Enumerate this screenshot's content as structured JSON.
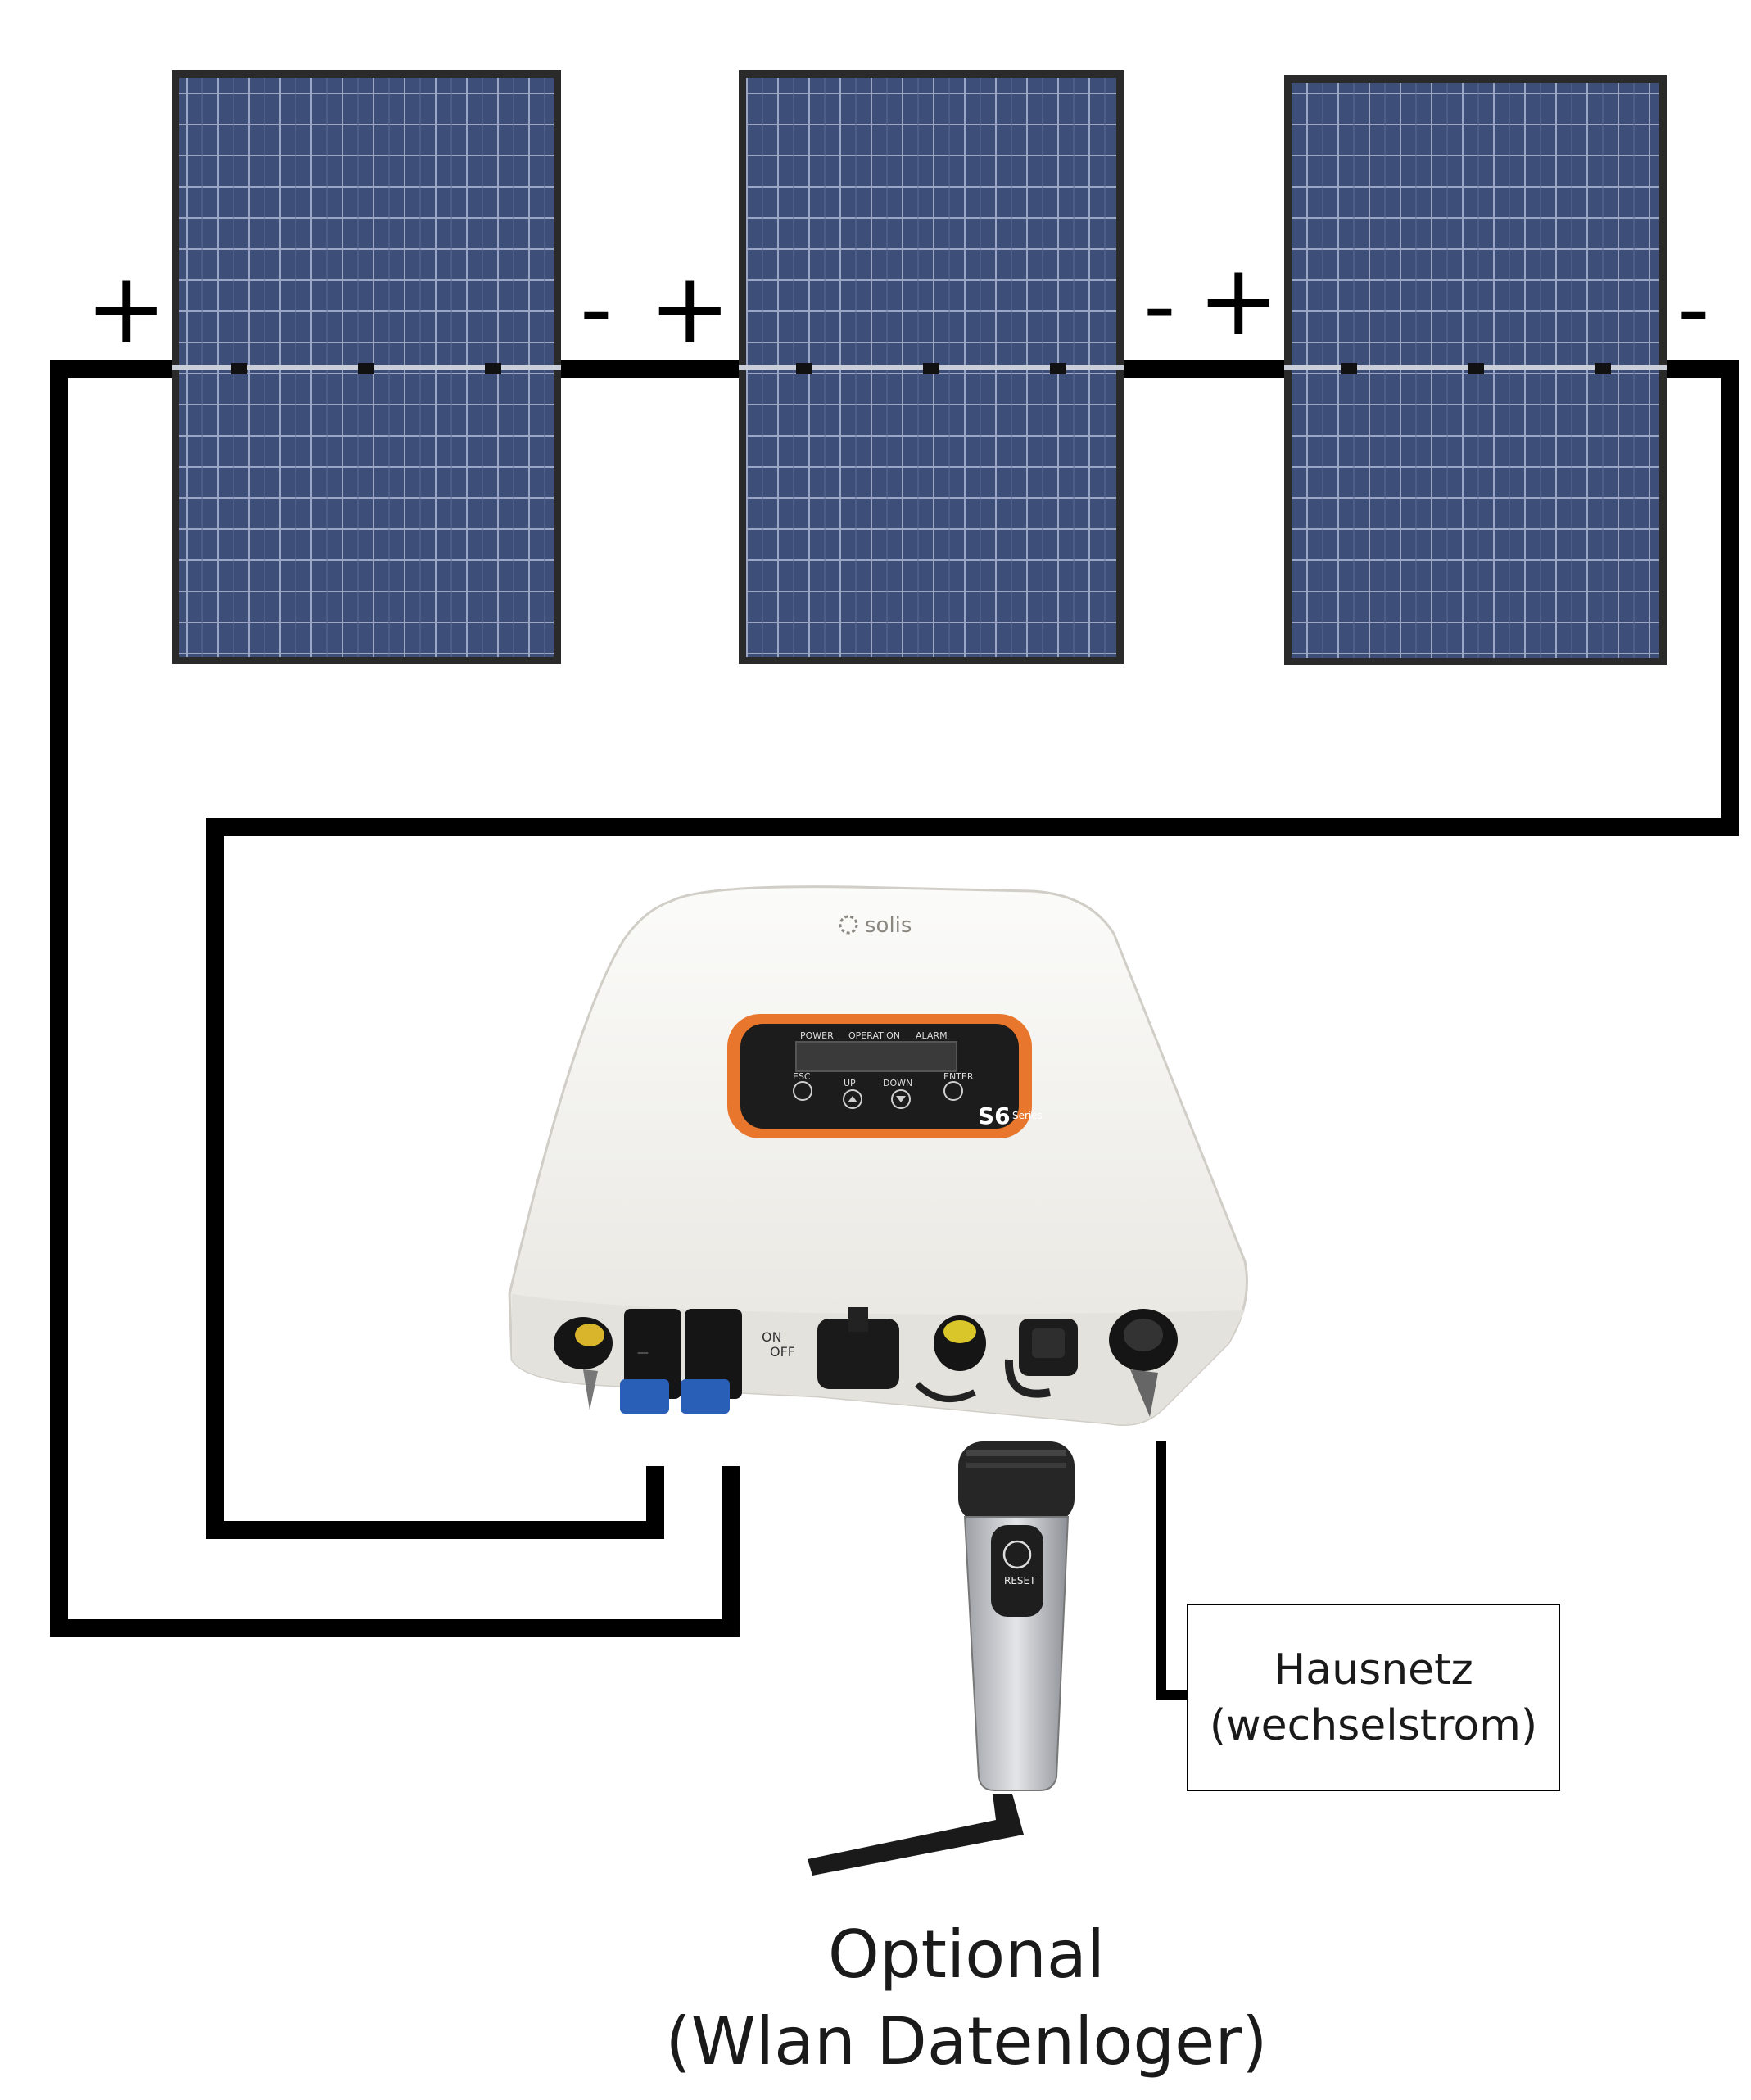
{
  "panels": [
    {
      "plus_sign": "+",
      "minus_sign": "-"
    },
    {
      "plus_sign": "+",
      "minus_sign": "-"
    },
    {
      "plus_sign": "+",
      "minus_sign": "-"
    }
  ],
  "inverter": {
    "brand": "solis",
    "leds": [
      "POWER",
      "OPERATION",
      "ALARM"
    ],
    "buttons": [
      "ESC",
      "UP",
      "DOWN",
      "ENTER"
    ],
    "series_badge": "S6",
    "series_word": "Series",
    "switch_on": "ON",
    "switch_off": "OFF"
  },
  "datalogger": {
    "reset_label": "RESET"
  },
  "grid_box": {
    "line1": "Hausnetz",
    "line2": "(wechselstrom)"
  },
  "caption": {
    "line1": "Optional",
    "line2": "(Wlan Datenloger)"
  },
  "colors": {
    "wire": "#000000",
    "panel_cell": "#3d4e78",
    "panel_frame": "#2a2a2a",
    "inverter_body": "#f4f3ef",
    "display_accent": "#e8762c",
    "connector_blue": "#2a5fb8"
  }
}
